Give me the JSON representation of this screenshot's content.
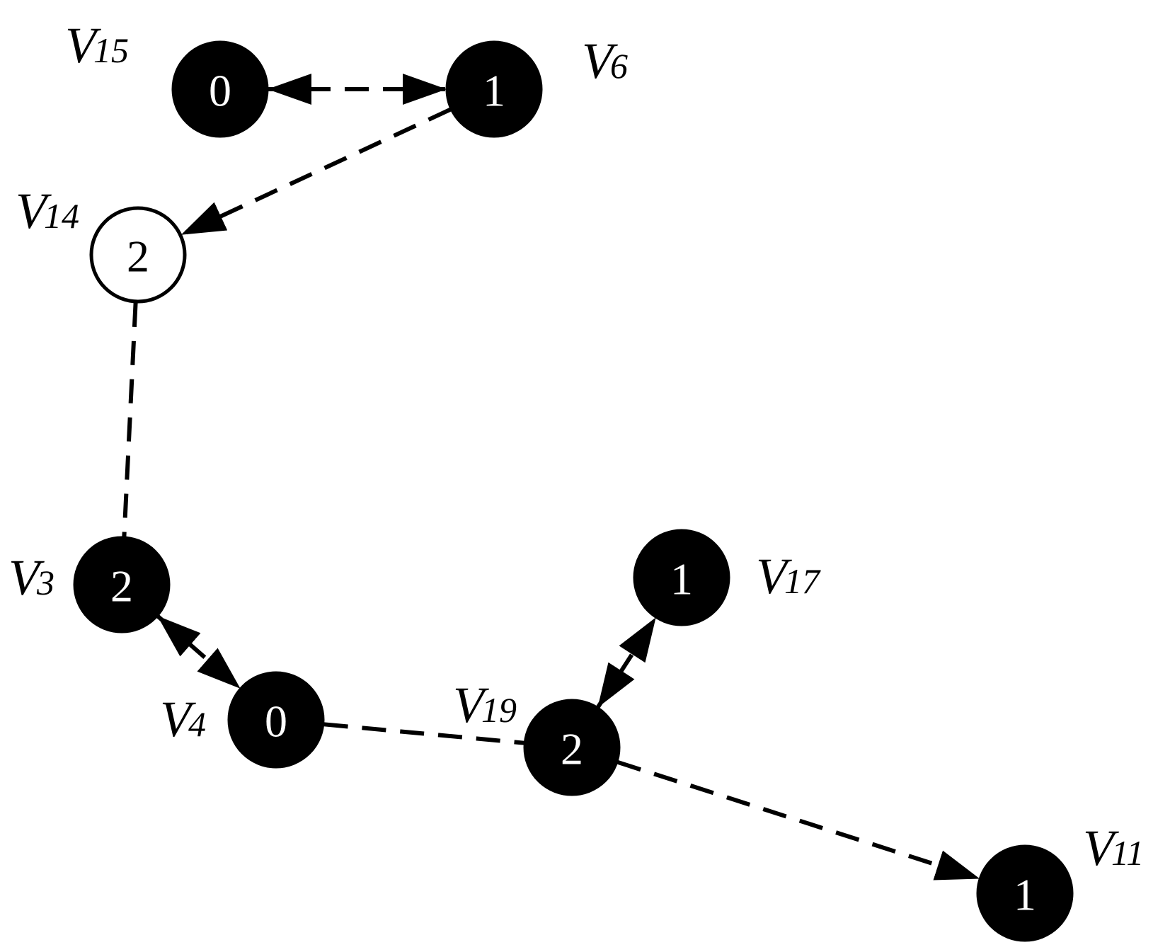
{
  "diagram": {
    "nodes": [
      {
        "id": "V15",
        "label_main": "V",
        "label_sub": "15",
        "value": "0",
        "filled": true
      },
      {
        "id": "V6",
        "label_main": "V",
        "label_sub": "6",
        "value": "1",
        "filled": true
      },
      {
        "id": "V14",
        "label_main": "V",
        "label_sub": "14",
        "value": "2",
        "filled": false
      },
      {
        "id": "V3",
        "label_main": "V",
        "label_sub": "3",
        "value": "2",
        "filled": true
      },
      {
        "id": "V4",
        "label_main": "V",
        "label_sub": "4",
        "value": "0",
        "filled": true
      },
      {
        "id": "V19",
        "label_main": "V",
        "label_sub": "19",
        "value": "2",
        "filled": true
      },
      {
        "id": "V17",
        "label_main": "V",
        "label_sub": "17",
        "value": "1",
        "filled": true
      },
      {
        "id": "V11",
        "label_main": "V",
        "label_sub": "11",
        "value": "1",
        "filled": true
      }
    ],
    "edges": [
      {
        "from": "V15",
        "to": "V6",
        "arrow_start": true,
        "arrow_end": true,
        "style": "dashed"
      },
      {
        "from": "V6",
        "to": "V14",
        "arrow_start": false,
        "arrow_end": true,
        "style": "dashed"
      },
      {
        "from": "V14",
        "to": "V3",
        "arrow_start": false,
        "arrow_end": false,
        "style": "dashed"
      },
      {
        "from": "V3",
        "to": "V4",
        "arrow_start": true,
        "arrow_end": true,
        "style": "dashed"
      },
      {
        "from": "V4",
        "to": "V19",
        "arrow_start": false,
        "arrow_end": false,
        "style": "dashed"
      },
      {
        "from": "V19",
        "to": "V17",
        "arrow_start": true,
        "arrow_end": true,
        "style": "dashed"
      },
      {
        "from": "V19",
        "to": "V11",
        "arrow_start": false,
        "arrow_end": true,
        "style": "dashed"
      }
    ],
    "colors": {
      "node_fill": "#000000",
      "node_hollow_fill": "#ffffff",
      "stroke": "#000000"
    }
  }
}
